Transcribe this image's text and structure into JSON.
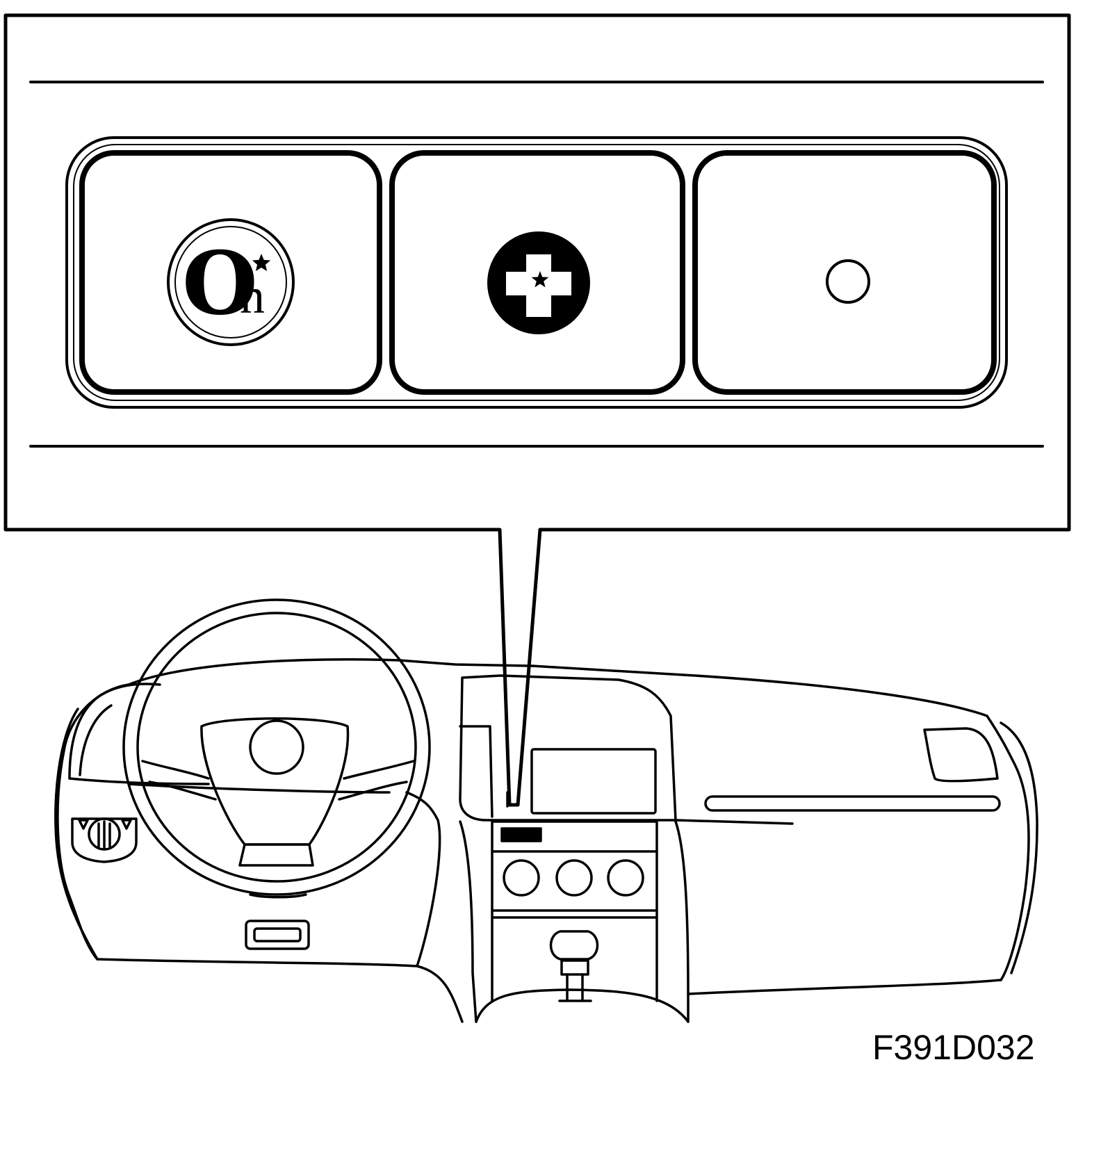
{
  "figure": {
    "id_label": "F391D032"
  },
  "callout": {
    "buttons": [
      {
        "symbol": "onstar-logo-icon",
        "glyph_large": "O",
        "glyph_small": "n"
      },
      {
        "symbol": "emergency-cross-icon"
      },
      {
        "symbol": "call-button-dot-icon"
      }
    ]
  },
  "colors": {
    "ink": "#000000",
    "paper": "#ffffff"
  }
}
